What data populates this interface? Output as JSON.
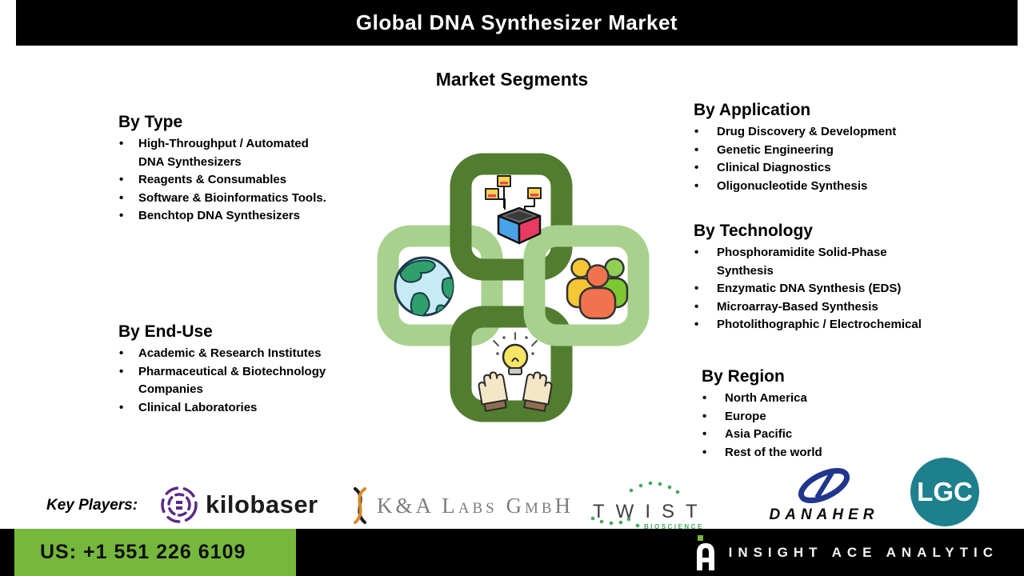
{
  "header": {
    "title": "Global DNA Synthesizer Market"
  },
  "subtitle": "Market Segments",
  "segments": [
    {
      "heading": "By Type",
      "items": [
        "High-Throughput / Automated DNA Synthesizers",
        "Reagents & Consumables",
        "Software & Bioinformatics Tools.",
        "Benchtop DNA Synthesizers"
      ]
    },
    {
      "heading": "By Application",
      "items": [
        "Drug Discovery & Development",
        "Genetic Engineering",
        "Clinical Diagnostics",
        "Oligonucleotide Synthesis"
      ]
    },
    {
      "heading": "By Technology",
      "items": [
        "Phosphoramidite Solid-Phase Synthesis",
        "Enzymatic DNA Synthesis (EDS)",
        "Microarray-Based Synthesis",
        "Photolithographic / Electrochemical"
      ]
    },
    {
      "heading": "By End-Use",
      "items": [
        "Academic & Research Institutes",
        "Pharmaceutical & Biotechnology Companies",
        "Clinical Laboratories"
      ]
    },
    {
      "heading": "By Region",
      "items": [
        "North America",
        "Europe",
        "Asia Pacific",
        "Rest of the world"
      ]
    }
  ],
  "center_graphic": {
    "icons": [
      "network-cube-icon",
      "globe-icon",
      "people-group-icon",
      "idea-hands-icon"
    ]
  },
  "key_players": {
    "label": "Key Players:",
    "kilobaser": {
      "name": "kilobaser"
    },
    "ka_labs": {
      "name": "K&A Labs GmbH"
    },
    "twist": {
      "name": "TWIST",
      "sub": "BIOSCIENCE"
    },
    "danaher": {
      "name": "DANAHER"
    },
    "lgc": {
      "name": "LGC"
    }
  },
  "footer": {
    "phone": "US: +1 551 226 6109",
    "brand": "INSIGHT ACE ANALYTIC"
  },
  "colors": {
    "top_bar": "#000000",
    "dark_green_link": "#527c2f",
    "light_green_link": "#a9d18e",
    "footer_green": "#76b83d",
    "lgc_teal": "#1f808d",
    "kilobaser_purple": "#5b2a86",
    "danaher_blue": "#20368c",
    "twist_green": "#3faa5c"
  }
}
